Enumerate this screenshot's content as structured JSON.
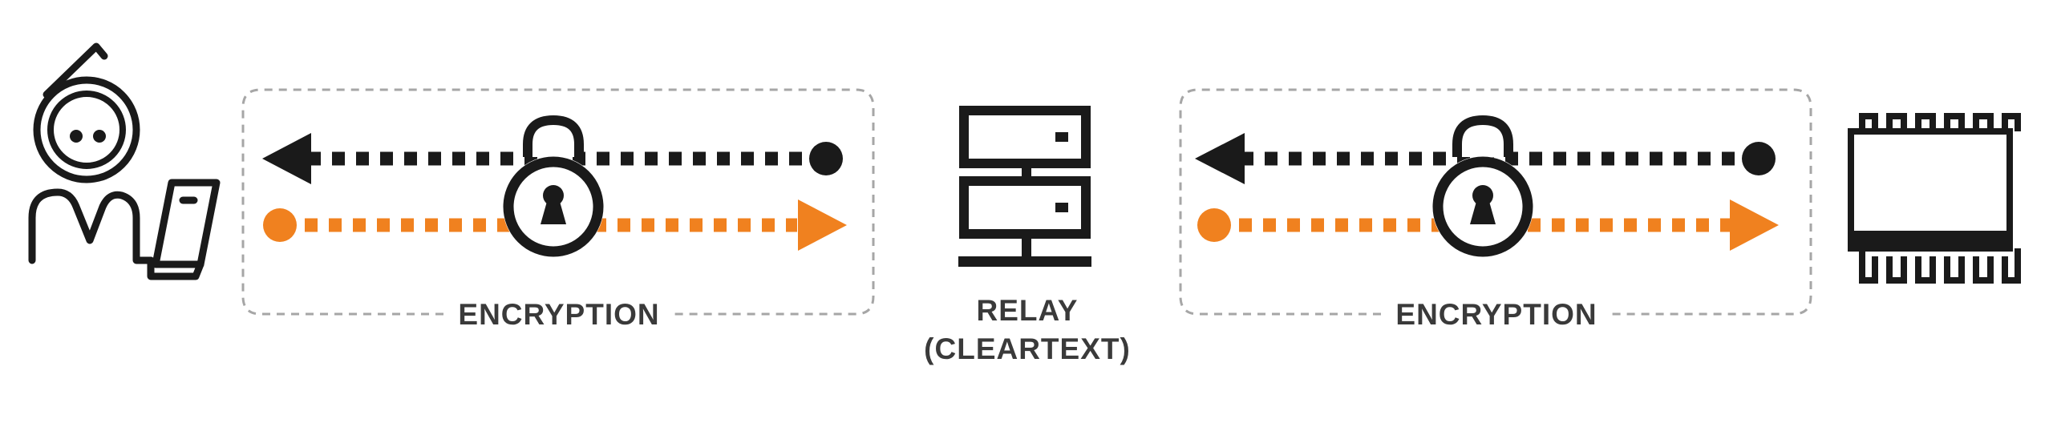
{
  "colors": {
    "ink": "#1a1a1a",
    "accent": "#f0811f",
    "frame": "#a6a6a6",
    "label": "#3a3a3a"
  },
  "segments": [
    {
      "label": "ENCRYPTION"
    },
    {
      "label": "ENCRYPTION"
    }
  ],
  "relay": {
    "line1": "RELAY",
    "line2": "(CLEARTEXT)"
  },
  "icons": {
    "left_endpoint": "person-with-laptop-icon",
    "padlock": "padlock-icon",
    "relay": "server-rack-icon",
    "right_endpoint": "microchip-icon"
  }
}
